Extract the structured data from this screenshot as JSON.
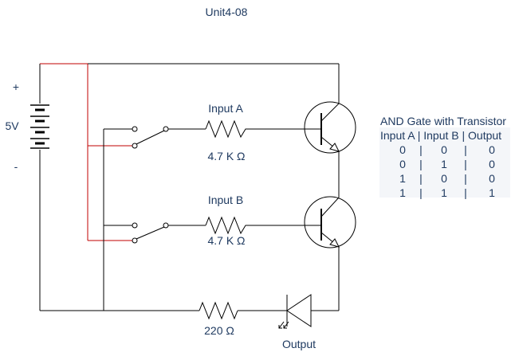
{
  "title": "Unit4-08",
  "battery": {
    "voltage": "5V",
    "plus": "+",
    "minus": "-"
  },
  "input_a": {
    "label": "Input A",
    "resistance": "4.7 K Ω"
  },
  "input_b": {
    "label": "Input B",
    "resistance": "4.7 K Ω"
  },
  "output_resistor": {
    "resistance": "220 Ω"
  },
  "output_label": "Output",
  "truth_table": {
    "title": "AND Gate with Transistor",
    "header": "Input A | Input B | Output",
    "rows": [
      [
        "0",
        "0",
        "0"
      ],
      [
        "0",
        "1",
        "0"
      ],
      [
        "1",
        "0",
        "0"
      ],
      [
        "1",
        "1",
        "1"
      ]
    ]
  },
  "colors": {
    "wire": "#000000",
    "supply_wire": "#c00000",
    "text": "#1f3a60"
  }
}
